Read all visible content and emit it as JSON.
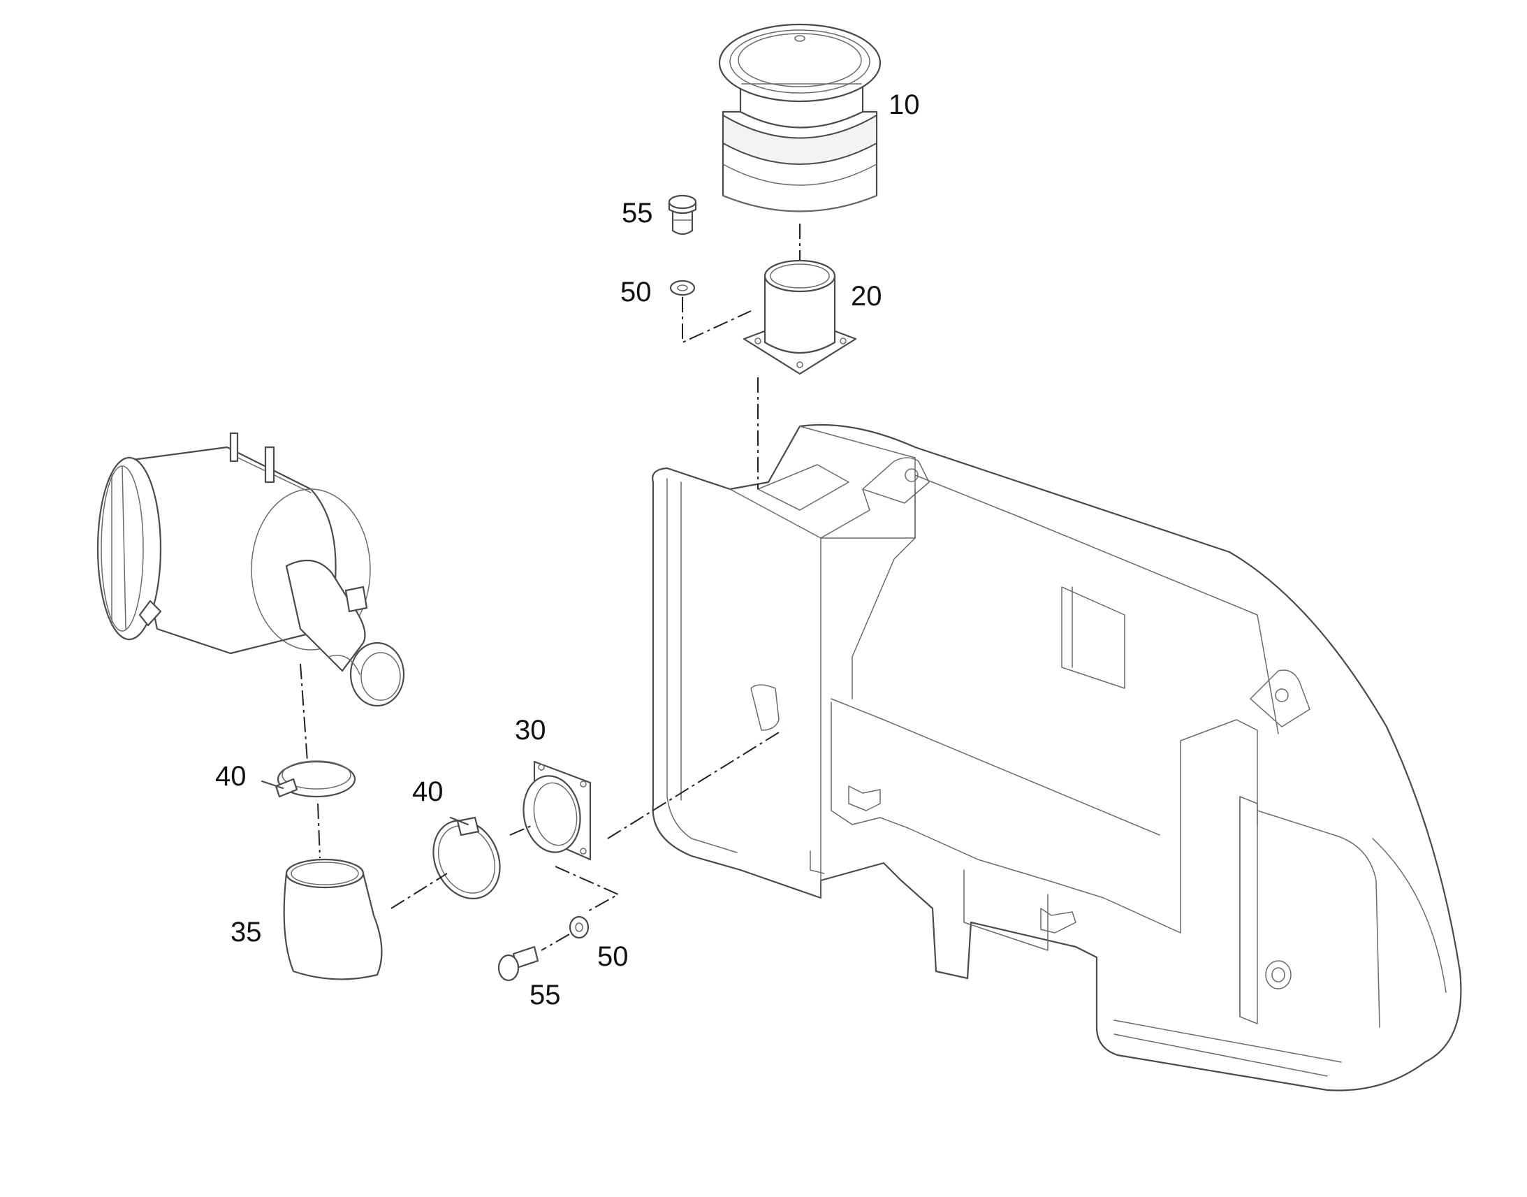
{
  "callouts": [
    {
      "id": "c10",
      "label": "10"
    },
    {
      "id": "c20",
      "label": "20"
    },
    {
      "id": "c30",
      "label": "30"
    },
    {
      "id": "c35",
      "label": "35"
    },
    {
      "id": "c40a",
      "label": "40"
    },
    {
      "id": "c40b",
      "label": "40"
    },
    {
      "id": "c50a",
      "label": "50"
    },
    {
      "id": "c50b",
      "label": "50"
    },
    {
      "id": "c55a",
      "label": "55"
    },
    {
      "id": "c55b",
      "label": "55"
    }
  ]
}
